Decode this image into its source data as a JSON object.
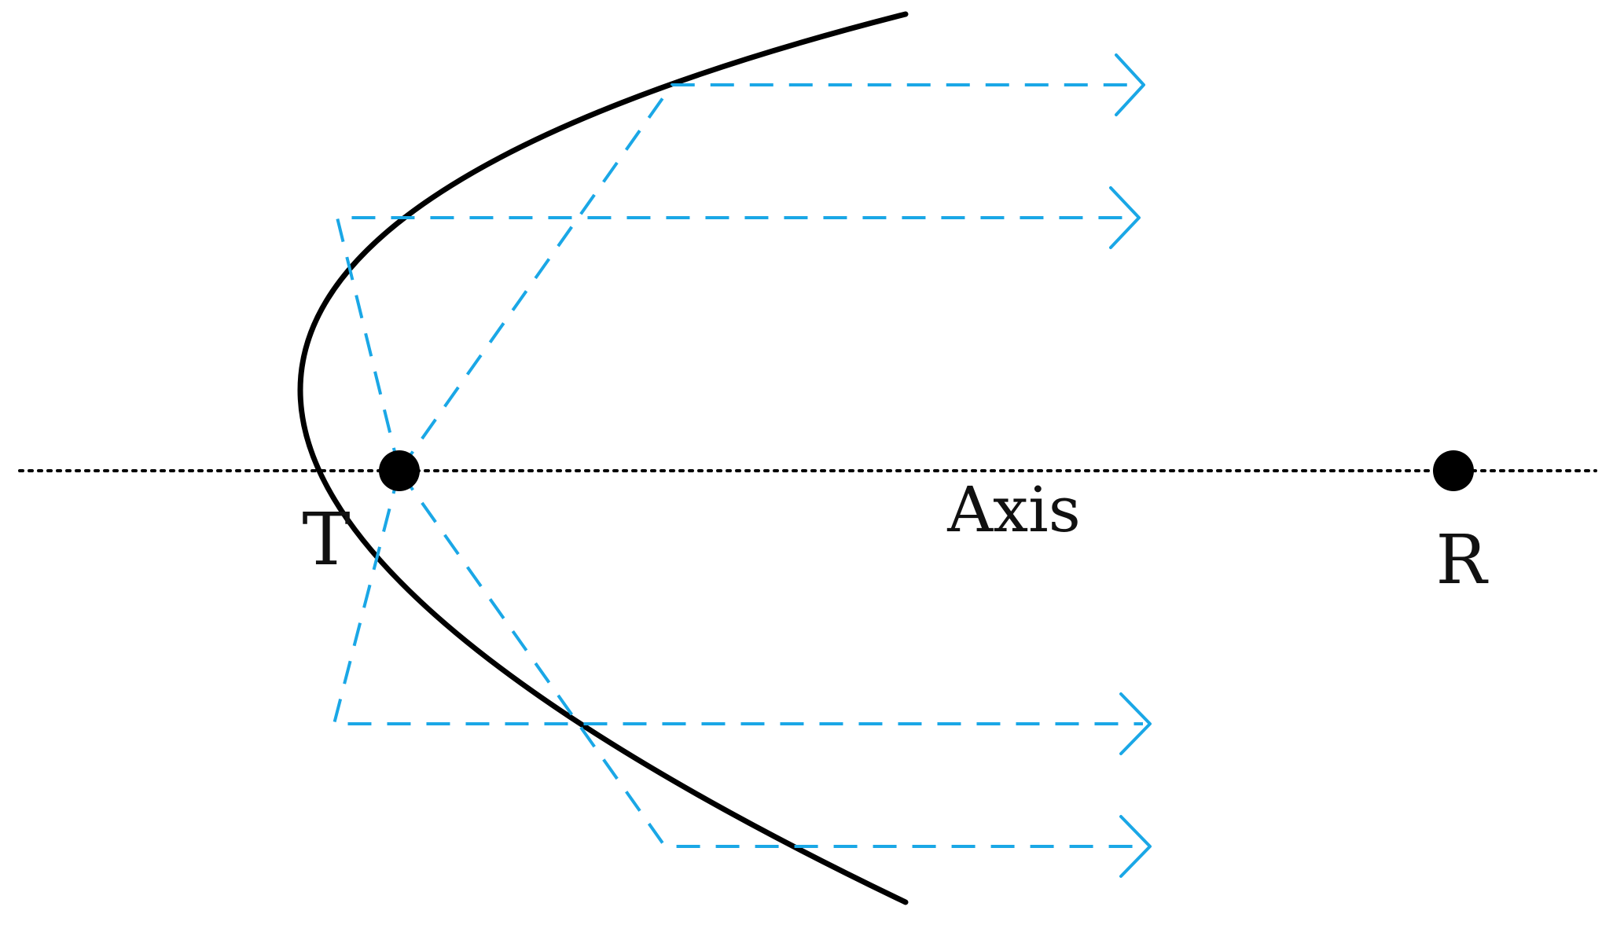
{
  "diagram": {
    "labels": {
      "focus": "T",
      "axis": "Axis",
      "point": "R"
    },
    "colors": {
      "curve": "#000000",
      "rays": "#1aa7e6",
      "axis": "#000000",
      "points": "#000000"
    }
  }
}
